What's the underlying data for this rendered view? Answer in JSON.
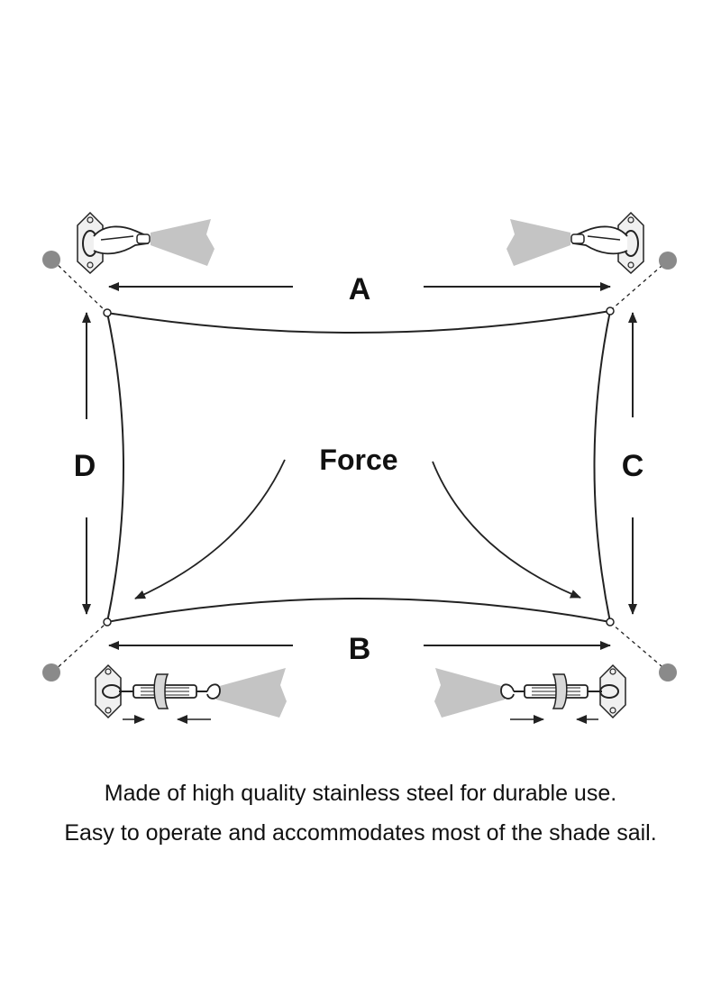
{
  "labels": {
    "top": "A",
    "bottom": "B",
    "right": "C",
    "left": "D",
    "center": "Force"
  },
  "captions": {
    "line1": "Made of high quality stainless steel for durable use.",
    "line2": "Easy to operate and accommodates most of the shade sail."
  },
  "colors": {
    "line": "#222222",
    "anchor_dot": "#8a8a8a",
    "beam": "#c4c4c4",
    "hardware_fill": "#f0f0f0"
  },
  "icons": {
    "top_hardware": "pad-eye-snap-hook-icon",
    "bottom_hardware": "pad-eye-turnbuckle-icon"
  }
}
